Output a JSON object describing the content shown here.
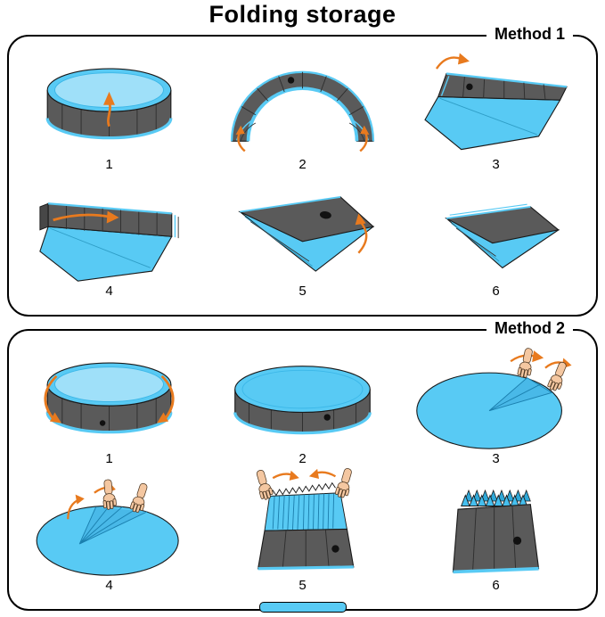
{
  "title": "Folding storage",
  "colors": {
    "pool_blue": "#58CAF4",
    "pool_blue_light": "#9FE0F9",
    "fold_blue_dark": "#49B9E8",
    "wall_gray": "#5a5a5a",
    "arrow_orange": "#E87A1E",
    "outline_black": "#1a1a1a",
    "skin": "#F4C7A1"
  },
  "methods": [
    {
      "label": "Method 1",
      "steps": [
        "1",
        "2",
        "3",
        "4",
        "5",
        "6"
      ]
    },
    {
      "label": "Method 2",
      "steps": [
        "1",
        "2",
        "3",
        "4",
        "5",
        "6"
      ]
    }
  ]
}
